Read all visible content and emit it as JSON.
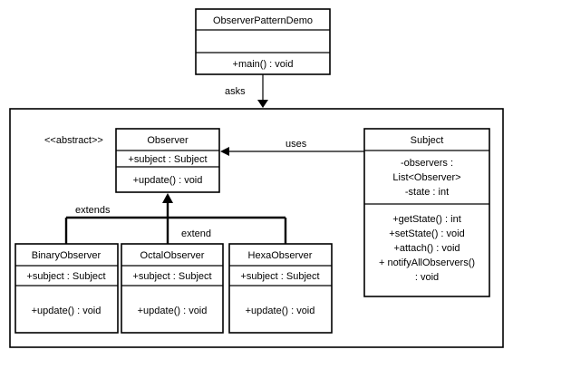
{
  "demo": {
    "name": "ObserverPatternDemo",
    "methods": [
      "+main()  : void"
    ]
  },
  "asks_label": "asks",
  "observer": {
    "stereotype": "<<abstract>>",
    "name": "Observer",
    "attributes": [
      "+subject  : Subject"
    ],
    "methods": [
      "+update()  : void"
    ]
  },
  "uses_label": "uses",
  "subject": {
    "name": "Subject",
    "attributes": [
      "-observers  :",
      "List<Observer>",
      "-state : int"
    ],
    "methods": [
      "+getState() : int",
      "+setState() : void",
      "+attach() : void",
      "+ notifyAllObservers()",
      ": void"
    ]
  },
  "extends_label": "extends",
  "extend_label": "extend",
  "binary": {
    "name": "BinaryObserver",
    "attributes": [
      "+subject  : Subject"
    ],
    "methods": [
      "+update()  : void"
    ]
  },
  "octal": {
    "name": "OctalObserver",
    "attributes": [
      "+subject  : Subject"
    ],
    "methods": [
      "+update()  : void"
    ]
  },
  "hexa": {
    "name": "HexaObserver",
    "attributes": [
      "+subject  : Subject"
    ],
    "methods": [
      "+update()  : void"
    ]
  }
}
